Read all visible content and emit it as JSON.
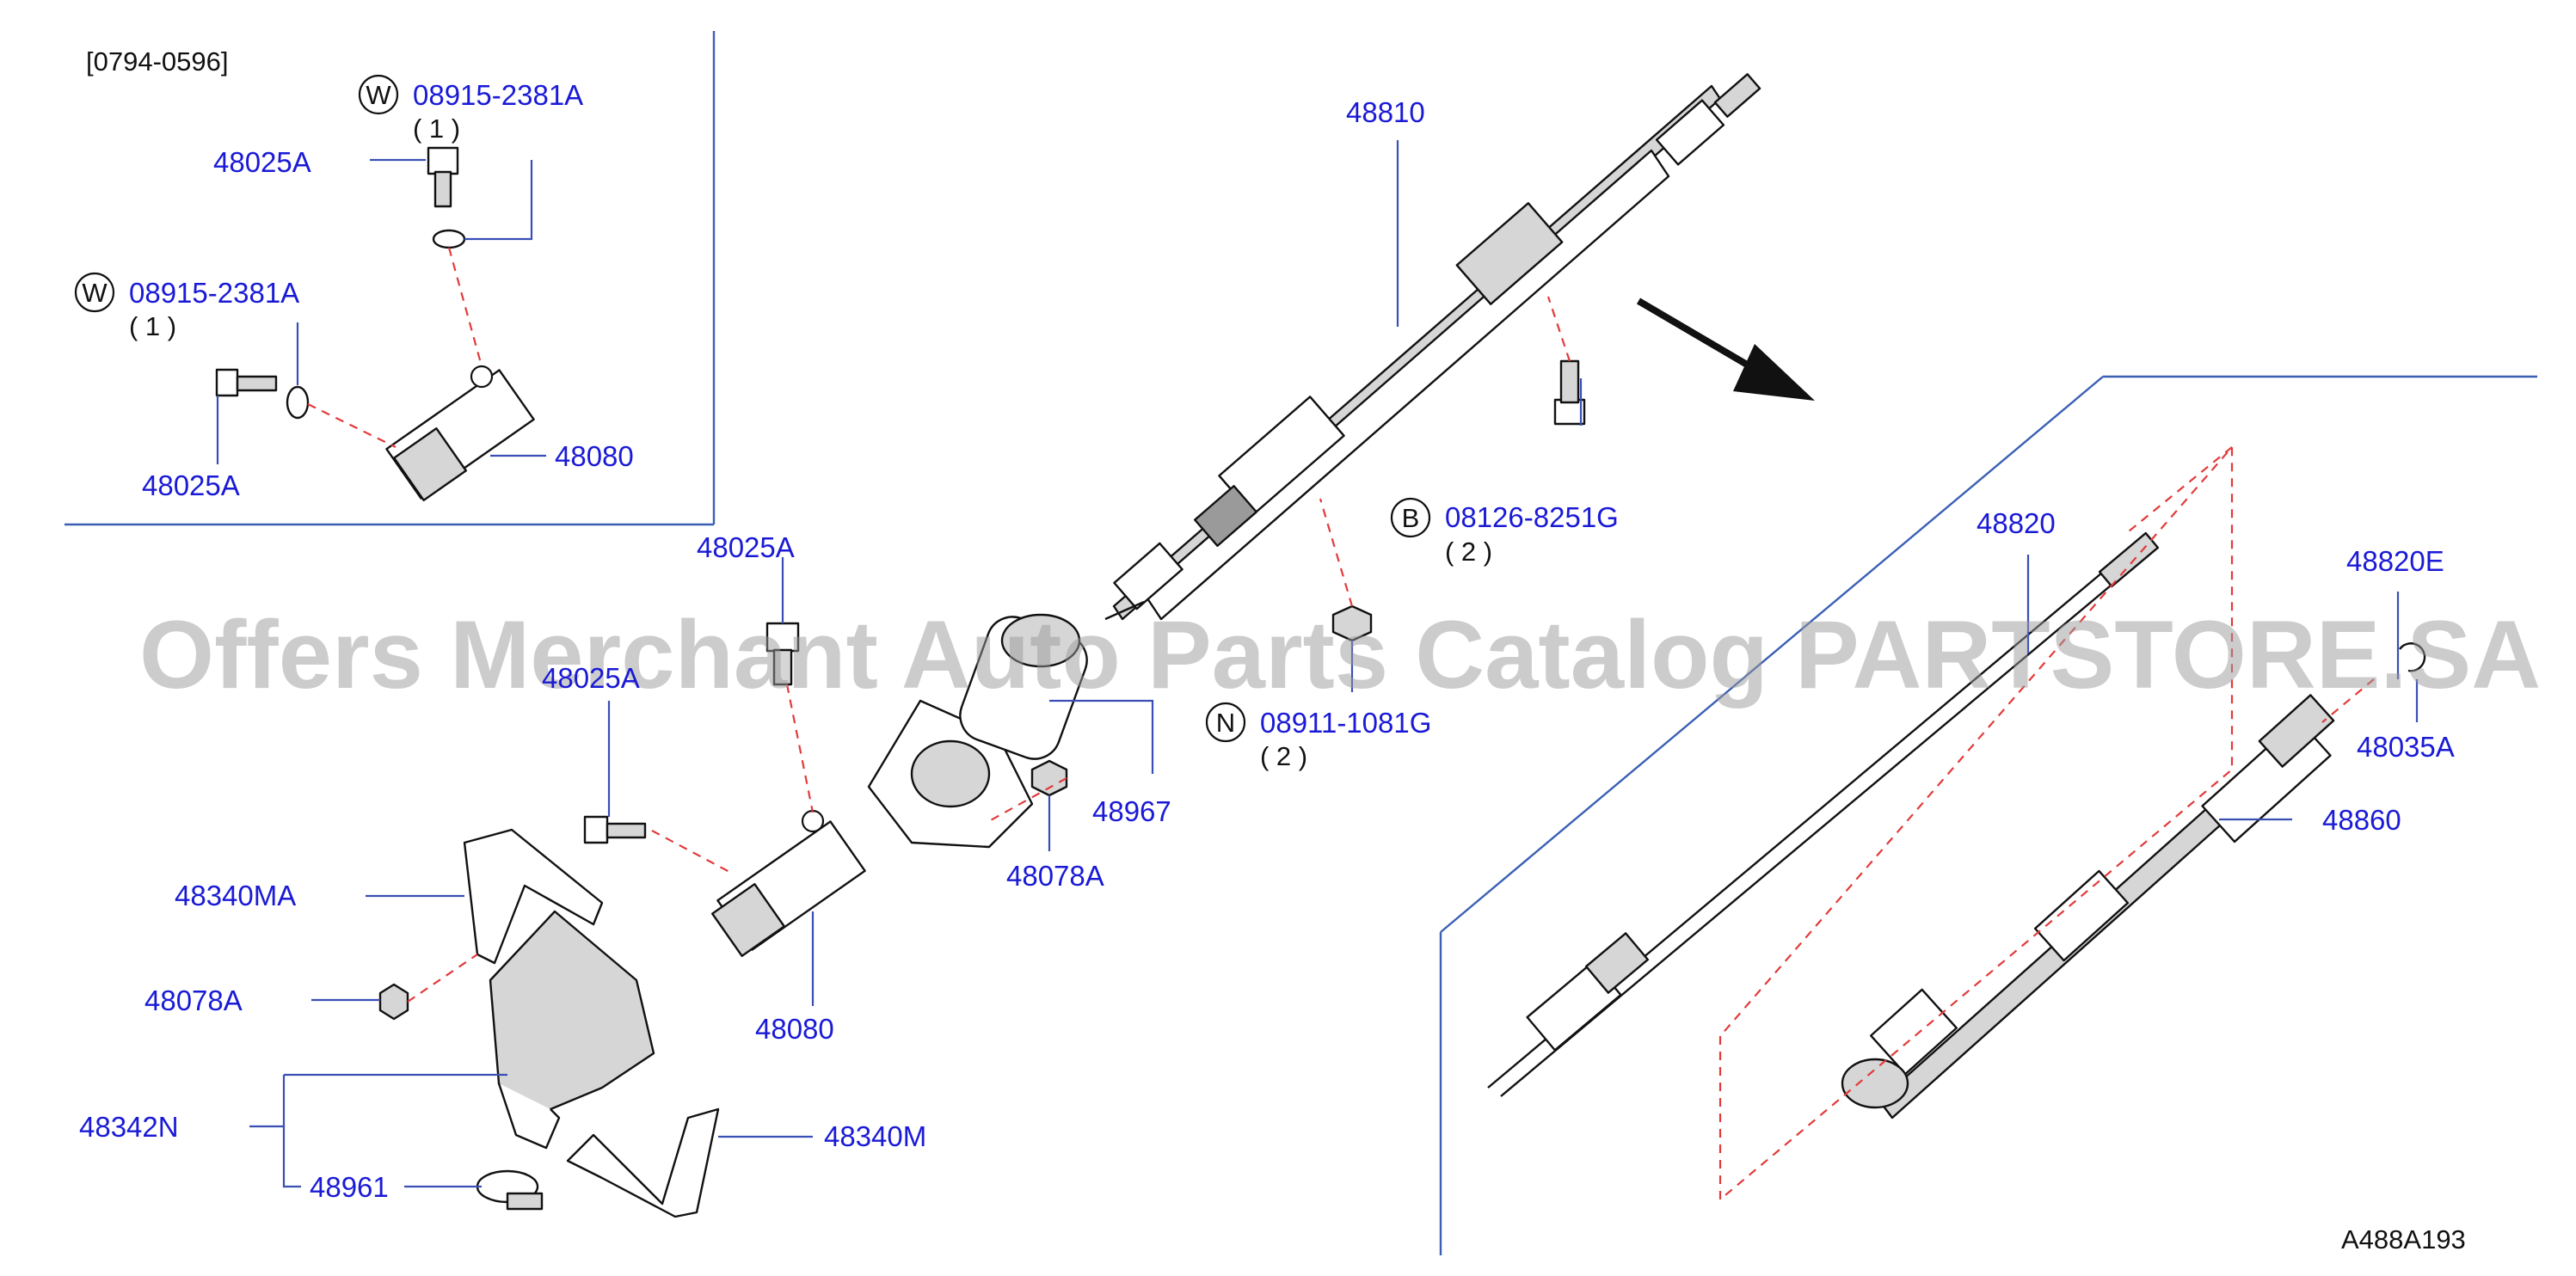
{
  "diagram": {
    "range_code": "[0794-0596]",
    "drawing_code": "A488A193",
    "watermark": "Offers Merchant Auto Parts Catalog PARTSTORE.SA",
    "labels": {
      "washer_code_top": "08915-2381A",
      "washer_qty_top": "( 1 )",
      "bolt_top": "48025A",
      "washer_code_left": "08915-2381A",
      "washer_qty_left": "( 1 )",
      "bolt_left": "48025A",
      "joint_inset": "48080",
      "column_upper": "48810",
      "bolt_b_code": "08126-8251G",
      "bolt_b_qty": "( 2 )",
      "nut_n_code": "08911-1081G",
      "nut_n_qty": "( 2 )",
      "bolt_mid": "48025A",
      "bolt_partial": "48025A",
      "bearing_housing": "48967",
      "nut_mid": "48078A",
      "joint_main": "48080",
      "cover_inner": "48340MA",
      "nut_left": "48078A",
      "boot": "48342N",
      "clamp": "48961",
      "cover_outer": "48340M",
      "column_lower": "48820",
      "shaft_end": "48820E",
      "snap_ring": "48035A",
      "column_assy": "48860"
    },
    "symbols": {
      "washer": "W",
      "bolt": "B",
      "nut": "N"
    }
  }
}
